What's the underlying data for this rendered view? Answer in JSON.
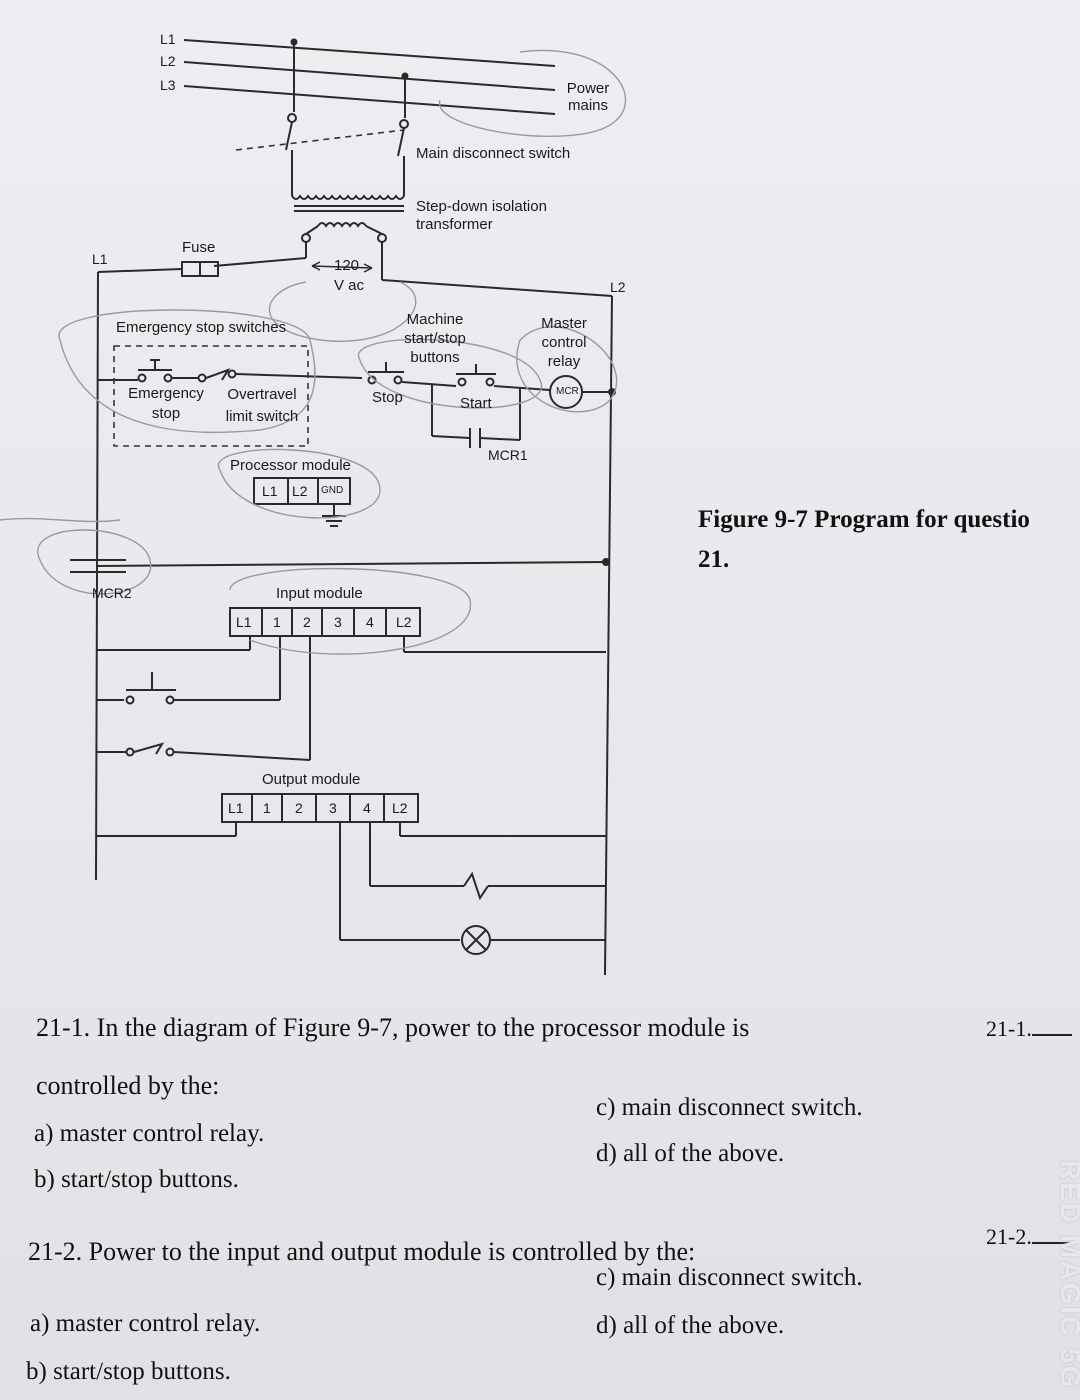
{
  "diagram": {
    "lines": [
      "L1",
      "L2",
      "L3"
    ],
    "power_mains": "Power mains",
    "main_disconnect": "Main disconnect switch",
    "transformer": "Step-down isolation transformer",
    "fuse": "Fuse",
    "left_rail": "L1",
    "right_rail": "L2",
    "voltage_top": "120",
    "voltage_bottom": "V ac",
    "estop_title": "Emergency stop switches",
    "estop_label": "Emergency stop",
    "overtravel_label": "Overtravel limit switch",
    "machine_buttons": "Machine start/stop buttons",
    "stop": "Stop",
    "start": "Start",
    "mcr_title": "Master control relay",
    "mcr_coil": "MCR",
    "mcr1": "MCR1",
    "mcr2": "MCR2",
    "processor_module": "Processor module",
    "processor_terminals": [
      "L1",
      "L2",
      "GND"
    ],
    "input_module": "Input module",
    "input_terminals": [
      "L1",
      "1",
      "2",
      "3",
      "4",
      "L2"
    ],
    "output_module": "Output module",
    "output_terminals": [
      "L1",
      "1",
      "2",
      "3",
      "4",
      "L2"
    ]
  },
  "caption": {
    "line1": "Figure 9-7 Program for questio",
    "line2": "21."
  },
  "questions": [
    {
      "number_text": "21-1. In the diagram of Figure 9-7, power to the processor module is",
      "stem_cont": "controlled by the:",
      "answer_label": "21-1.",
      "options": {
        "a": "a) master control relay.",
        "b": "b) start/stop buttons.",
        "c": "c) main disconnect switch.",
        "d": "d) all of the above."
      }
    },
    {
      "number_text": "21-2. Power to the input and output module is controlled by the:",
      "answer_label": "21-2.",
      "options": {
        "a": "a) master control relay.",
        "b": "b) start/stop buttons.",
        "c": "c) main disconnect switch.",
        "d": "d) all of the above."
      }
    }
  ],
  "watermark": "RED MAGIC 5G"
}
